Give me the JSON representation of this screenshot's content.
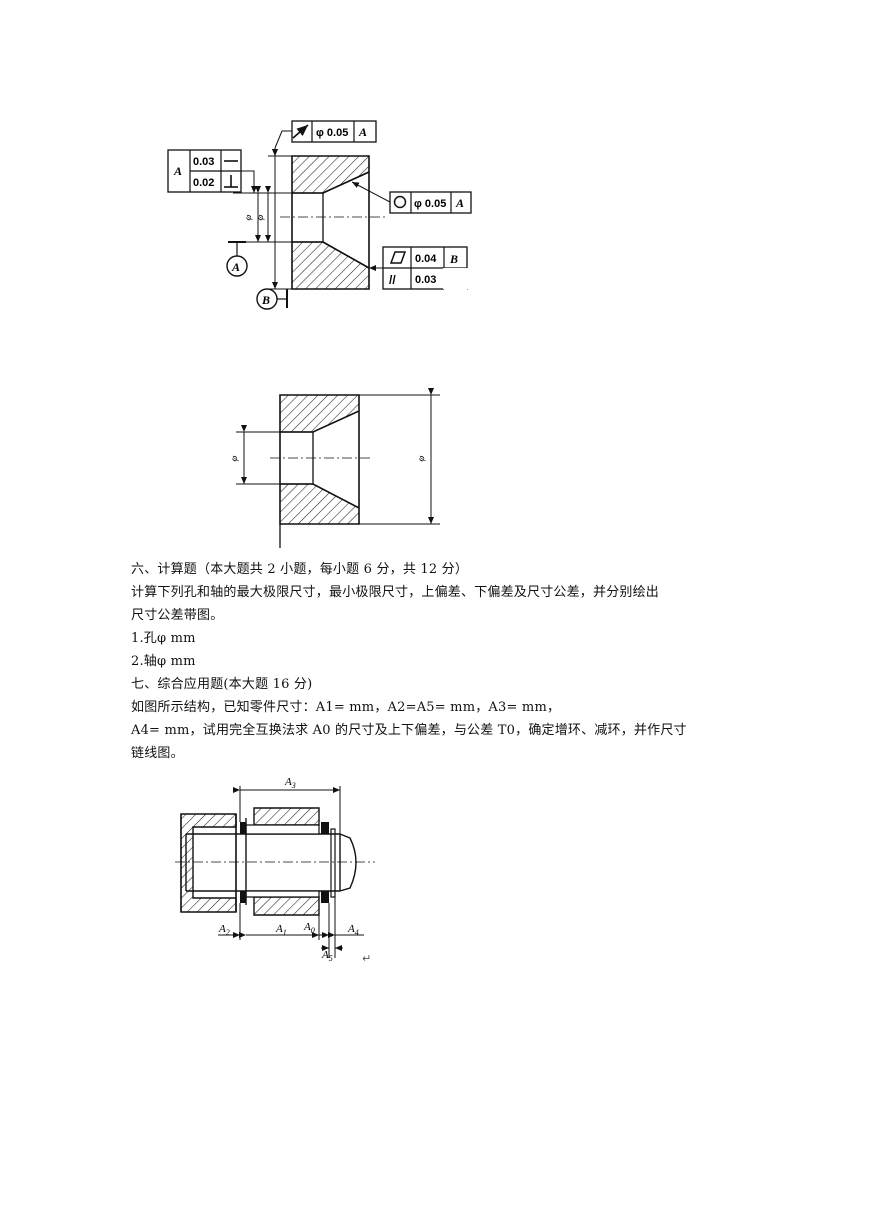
{
  "figure1": {
    "fcf_runout": {
      "symbol": "↗",
      "value": "φ 0.05",
      "datum": "A"
    },
    "fcf_left": {
      "datum": "A",
      "rows": [
        {
          "value": "0.03",
          "symbol": "—"
        },
        {
          "value": "0.02",
          "symbol": "⊥"
        }
      ]
    },
    "fcf_roundness": {
      "symbol": "○",
      "value": "φ 0.05",
      "datum": "A"
    },
    "fcf_right": {
      "rows": [
        {
          "symbol": "▱",
          "value": "0.04",
          "datum": "B"
        },
        {
          "symbol": "//",
          "value": "0.03"
        }
      ]
    },
    "datum_a": "A",
    "datum_b": "B",
    "dim_phi": "φ"
  },
  "figure2": {
    "dim_phi": "φ"
  },
  "section6": {
    "heading": "六、计算题（本大题共 2 小题，每小题 6 分，共 12 分）",
    "intro_line1": "计算下列孔和轴的最大极限尺寸，最小极限尺寸，上偏差、下偏差及尺寸公差，并分别绘出",
    "intro_line2": "尺寸公差带图。",
    "item1": "1.孔φ  mm",
    "item2": "2.轴φ  mm"
  },
  "section7": {
    "heading": "七、综合应用题(本大题 16 分)",
    "line1": "如图所示结构，已知零件尺寸：A1= mm，A2=A5= mm，A3= mm，",
    "line2": "A4= mm，试用完全互换法求 A0 的尺寸及上下偏差，与公差 T0，确定增环、减环，并作尺寸",
    "line3": "链线图。"
  },
  "figure3": {
    "labels": {
      "a1": "A",
      "a1_sub": "1",
      "a2": "A",
      "a2_sub": "2",
      "a3": "A",
      "a3_sub": "3",
      "a4": "A",
      "a4_sub": "4",
      "a5": "A",
      "a5_sub": "5",
      "a0": "A",
      "a0_sub": "0"
    },
    "return_mark": "↵"
  }
}
